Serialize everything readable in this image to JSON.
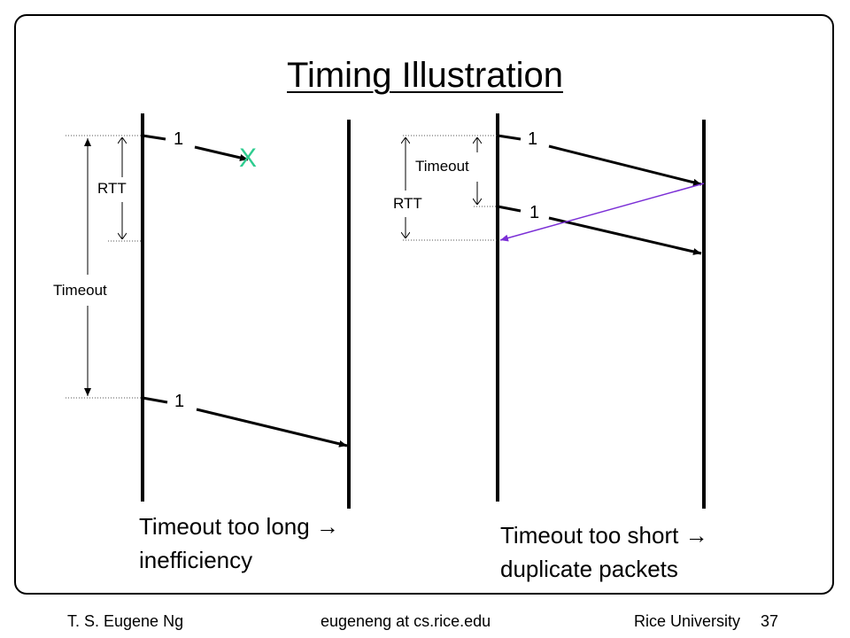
{
  "title": "Timing Illustration",
  "left_scenario": {
    "packet_label_first": "1",
    "packet_label_retransmit": "1",
    "lost_marker": "X",
    "rtt_label": "RTT",
    "timeout_label": "Timeout",
    "caption_line1": "Timeout too long →",
    "caption_line2": "inefficiency"
  },
  "right_scenario": {
    "packet_label_first": "1",
    "packet_label_retransmit": "1",
    "timeout_label": "Timeout",
    "rtt_label": "RTT",
    "caption_line1": "Timeout too short →",
    "caption_line2": "duplicate packets"
  },
  "footer": {
    "author": "T. S. Eugene Ng",
    "email": "eugeneng at cs.rice.edu",
    "institution": "Rice University",
    "page_number": "37"
  },
  "colors": {
    "lost_marker": "#2ecc8f",
    "ack_arrow": "#7b2fd6",
    "line": "#000000"
  }
}
